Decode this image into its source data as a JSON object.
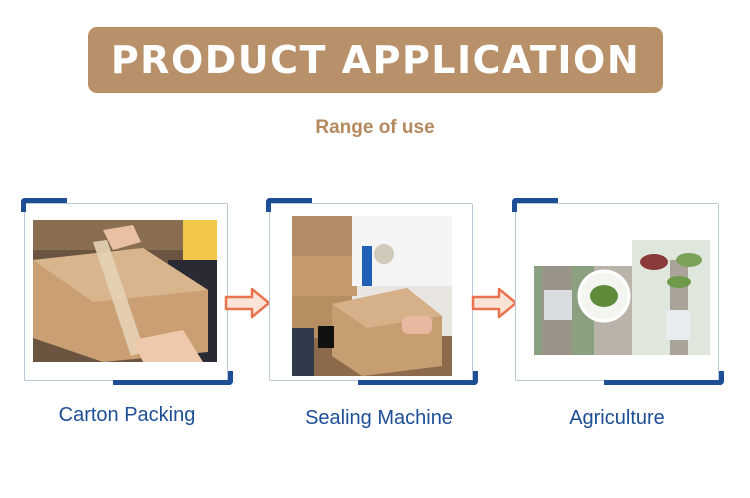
{
  "header": {
    "title": "PRODUCT APPLICATION",
    "subtitle": "Range of use"
  },
  "applications": [
    {
      "label": "Carton Packing",
      "image": "carton-packing-photo"
    },
    {
      "label": "Sealing Machine",
      "image": "sealing-machine-photo"
    },
    {
      "label": "Agriculture",
      "image": "agriculture-photo"
    }
  ],
  "colors": {
    "banner": "#b8906a",
    "subtitle": "#b5895e",
    "accent_blue": "#1d4e96",
    "arrow": "#e8734c"
  }
}
